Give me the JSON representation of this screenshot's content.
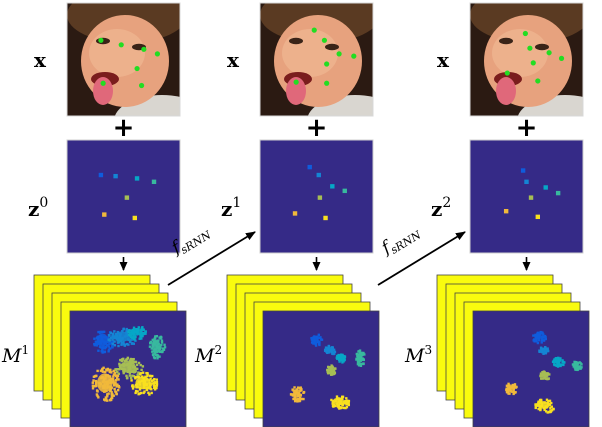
{
  "colors": {
    "background": "#ffffff",
    "map_bg": "#352a87",
    "stack_yellow": "#f9fb0e",
    "landmark_green": "#22dd22",
    "arrow": "#000000"
  },
  "plus_symbol": "+",
  "input_label": "x",
  "transition": {
    "base": "f",
    "subscript": "sRNN"
  },
  "columns": [
    {
      "id": "stage-0",
      "x_label": "x",
      "z_label": {
        "base": "z",
        "sup": "0"
      },
      "m_label": {
        "base": "M",
        "sup": "1"
      },
      "landmark_icon": "face-with-landmarks",
      "z_points": [
        {
          "u": 0.3,
          "v": 0.31,
          "color": "#0f5cdd"
        },
        {
          "u": 0.43,
          "v": 0.32,
          "color": "#1485d4"
        },
        {
          "u": 0.62,
          "v": 0.34,
          "color": "#06a7c6"
        },
        {
          "u": 0.77,
          "v": 0.37,
          "color": "#38b99e"
        },
        {
          "u": 0.53,
          "v": 0.51,
          "color": "#a6be54"
        },
        {
          "u": 0.33,
          "v": 0.66,
          "color": "#f1b93b"
        },
        {
          "u": 0.6,
          "v": 0.69,
          "color": "#f8e01f"
        }
      ],
      "m_blobs": [
        {
          "u": 0.28,
          "v": 0.25,
          "rx": 0.09,
          "ry": 0.1,
          "color": "#0f5cdd"
        },
        {
          "u": 0.45,
          "v": 0.22,
          "rx": 0.13,
          "ry": 0.08,
          "color": "#1485d4"
        },
        {
          "u": 0.57,
          "v": 0.18,
          "rx": 0.08,
          "ry": 0.06,
          "color": "#06a7c6"
        },
        {
          "u": 0.74,
          "v": 0.3,
          "rx": 0.07,
          "ry": 0.1,
          "color": "#38b99e"
        },
        {
          "u": 0.5,
          "v": 0.48,
          "rx": 0.12,
          "ry": 0.09,
          "color": "#a6be54"
        },
        {
          "u": 0.3,
          "v": 0.62,
          "rx": 0.12,
          "ry": 0.15,
          "color": "#f1b93b"
        },
        {
          "u": 0.63,
          "v": 0.62,
          "rx": 0.12,
          "ry": 0.1,
          "color": "#f8e01f"
        }
      ]
    },
    {
      "id": "stage-1",
      "x_label": "x",
      "z_label": {
        "base": "z",
        "sup": "1"
      },
      "m_label": {
        "base": "M",
        "sup": "2"
      },
      "landmark_icon": "face-with-landmarks",
      "z_points": [
        {
          "u": 0.44,
          "v": 0.24,
          "color": "#0f5cdd"
        },
        {
          "u": 0.52,
          "v": 0.31,
          "color": "#1485d4"
        },
        {
          "u": 0.64,
          "v": 0.41,
          "color": "#06a7c6"
        },
        {
          "u": 0.75,
          "v": 0.45,
          "color": "#38b99e"
        },
        {
          "u": 0.53,
          "v": 0.51,
          "color": "#a6be54"
        },
        {
          "u": 0.31,
          "v": 0.65,
          "color": "#f1b93b"
        },
        {
          "u": 0.58,
          "v": 0.69,
          "color": "#f8e01f"
        }
      ],
      "m_blobs": [
        {
          "u": 0.45,
          "v": 0.24,
          "rx": 0.05,
          "ry": 0.05,
          "color": "#0f5cdd"
        },
        {
          "u": 0.57,
          "v": 0.33,
          "rx": 0.05,
          "ry": 0.04,
          "color": "#1485d4"
        },
        {
          "u": 0.66,
          "v": 0.4,
          "rx": 0.04,
          "ry": 0.04,
          "color": "#06a7c6"
        },
        {
          "u": 0.83,
          "v": 0.4,
          "rx": 0.04,
          "ry": 0.07,
          "color": "#38b99e"
        },
        {
          "u": 0.58,
          "v": 0.5,
          "rx": 0.04,
          "ry": 0.04,
          "color": "#a6be54"
        },
        {
          "u": 0.29,
          "v": 0.71,
          "rx": 0.06,
          "ry": 0.07,
          "color": "#f1b93b"
        },
        {
          "u": 0.65,
          "v": 0.78,
          "rx": 0.09,
          "ry": 0.06,
          "color": "#f8e01f"
        }
      ]
    },
    {
      "id": "stage-2",
      "x_label": "x",
      "z_label": {
        "base": "z",
        "sup": "2"
      },
      "m_label": {
        "base": "M",
        "sup": "3"
      },
      "landmark_icon": "face-with-landmarks",
      "z_points": [
        {
          "u": 0.47,
          "v": 0.27,
          "color": "#0f5cdd"
        },
        {
          "u": 0.5,
          "v": 0.37,
          "color": "#1485d4"
        },
        {
          "u": 0.67,
          "v": 0.42,
          "color": "#06a7c6"
        },
        {
          "u": 0.78,
          "v": 0.47,
          "color": "#38b99e"
        },
        {
          "u": 0.54,
          "v": 0.51,
          "color": "#a6be54"
        },
        {
          "u": 0.32,
          "v": 0.63,
          "color": "#f1b93b"
        },
        {
          "u": 0.6,
          "v": 0.68,
          "color": "#f8e01f"
        }
      ],
      "m_blobs": [
        {
          "u": 0.56,
          "v": 0.22,
          "rx": 0.06,
          "ry": 0.05,
          "color": "#0f5cdd"
        },
        {
          "u": 0.6,
          "v": 0.33,
          "rx": 0.04,
          "ry": 0.03,
          "color": "#1485d4"
        },
        {
          "u": 0.73,
          "v": 0.43,
          "rx": 0.05,
          "ry": 0.04,
          "color": "#06a7c6"
        },
        {
          "u": 0.89,
          "v": 0.46,
          "rx": 0.04,
          "ry": 0.04,
          "color": "#38b99e"
        },
        {
          "u": 0.61,
          "v": 0.55,
          "rx": 0.04,
          "ry": 0.04,
          "color": "#a6be54"
        },
        {
          "u": 0.32,
          "v": 0.66,
          "rx": 0.05,
          "ry": 0.05,
          "color": "#f1b93b"
        },
        {
          "u": 0.61,
          "v": 0.81,
          "rx": 0.09,
          "ry": 0.06,
          "color": "#f8e01f"
        }
      ]
    }
  ],
  "face_landmarks": [
    [
      {
        "u": 0.3,
        "v": 0.33
      },
      {
        "u": 0.48,
        "v": 0.37
      },
      {
        "u": 0.68,
        "v": 0.41
      },
      {
        "u": 0.8,
        "v": 0.45
      },
      {
        "u": 0.62,
        "v": 0.58
      },
      {
        "u": 0.32,
        "v": 0.71
      },
      {
        "u": 0.66,
        "v": 0.73
      }
    ],
    [
      {
        "u": 0.48,
        "v": 0.24
      },
      {
        "u": 0.57,
        "v": 0.33
      },
      {
        "u": 0.7,
        "v": 0.45
      },
      {
        "u": 0.83,
        "v": 0.47
      },
      {
        "u": 0.59,
        "v": 0.54
      },
      {
        "u": 0.32,
        "v": 0.7
      },
      {
        "u": 0.59,
        "v": 0.71
      }
    ],
    [
      {
        "u": 0.49,
        "v": 0.27
      },
      {
        "u": 0.53,
        "v": 0.4
      },
      {
        "u": 0.7,
        "v": 0.44
      },
      {
        "u": 0.81,
        "v": 0.49
      },
      {
        "u": 0.56,
        "v": 0.53
      },
      {
        "u": 0.33,
        "v": 0.62
      },
      {
        "u": 0.6,
        "v": 0.69
      }
    ]
  ]
}
